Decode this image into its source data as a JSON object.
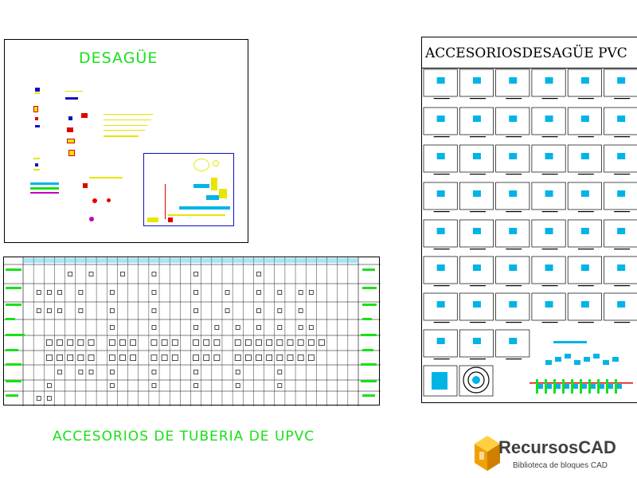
{
  "sheets": {
    "desague_title": "DESAGÜE",
    "accesorios_title": "ACCESORIOSDESAGÜE  PVC",
    "upvc_title": "ACCESORIOS DE TUBERIA DE UPVC"
  },
  "logo": {
    "brand": "RecursosCAD",
    "tagline": "Biblioteca de bloques CAD"
  },
  "colors": {
    "cad_green": "#18e018",
    "cad_cyan": "#00b4e6",
    "cad_yellow": "#e6e600",
    "cad_red": "#e00000",
    "cad_blue": "#1010c0",
    "logo_orange": "#f0a000"
  }
}
